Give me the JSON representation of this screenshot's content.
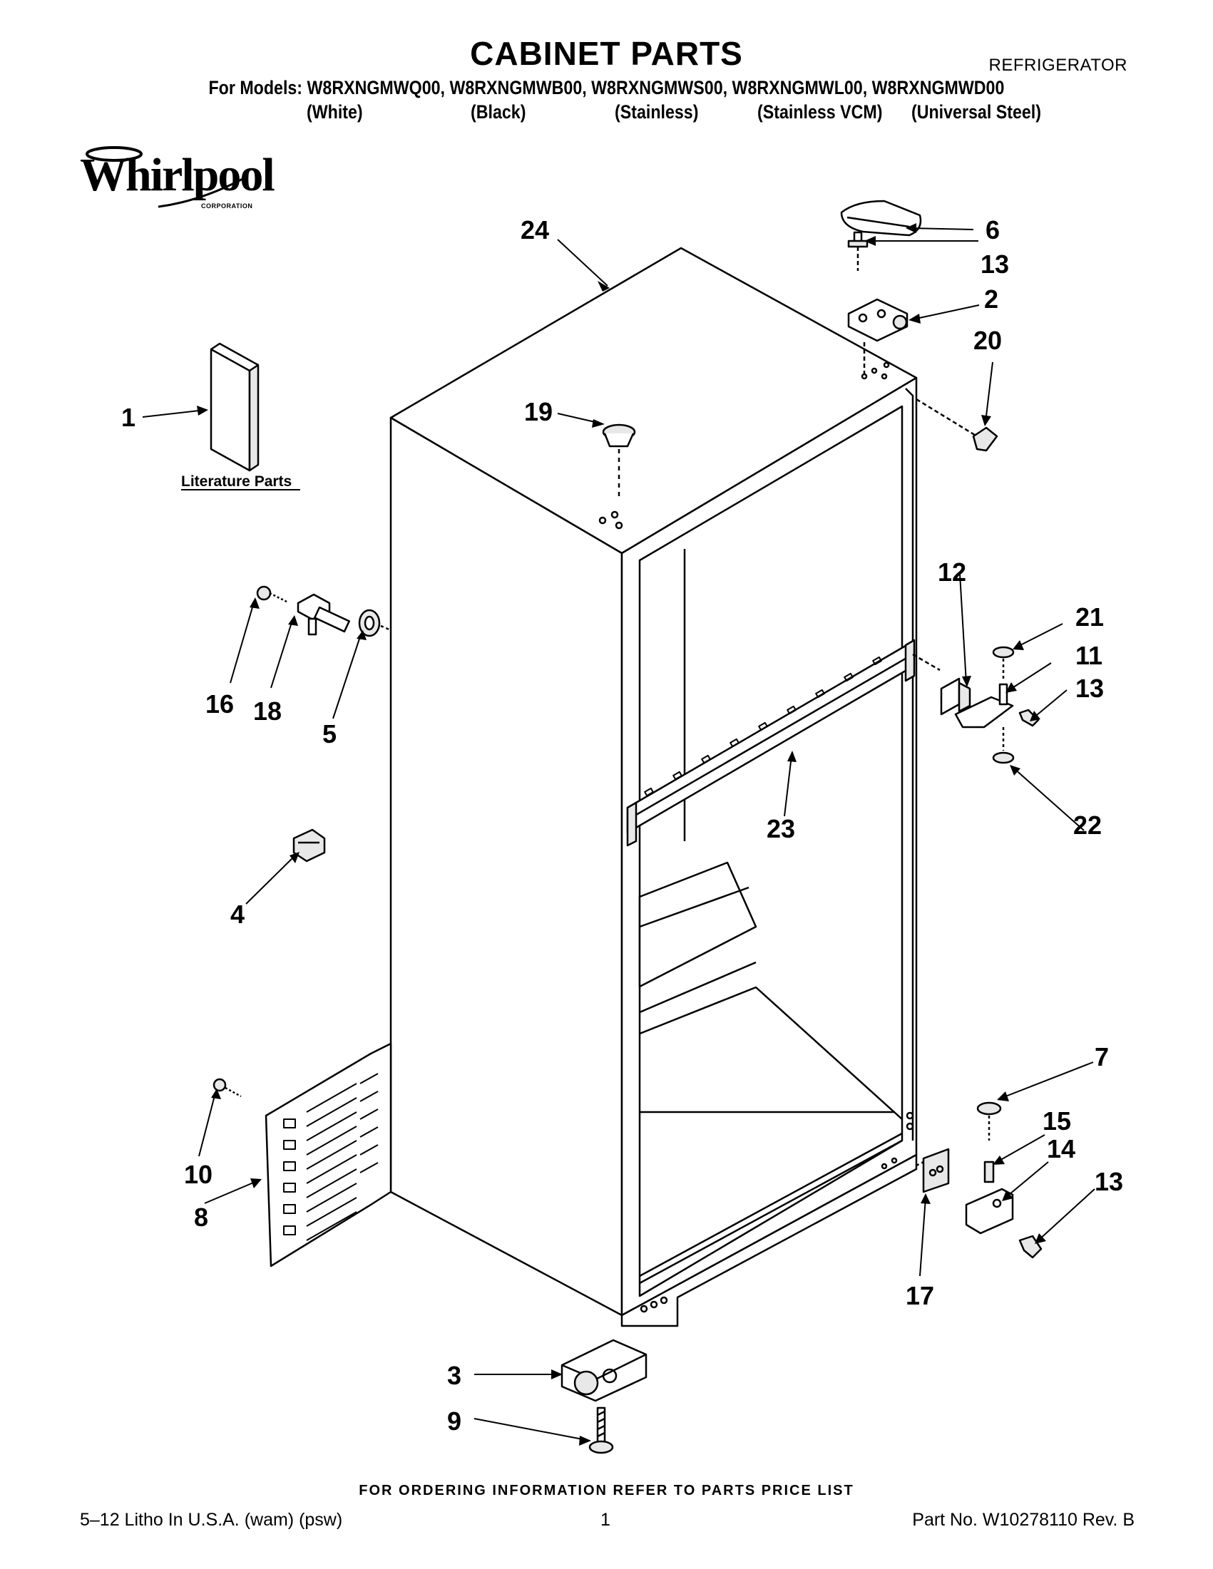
{
  "header": {
    "title": "CABINET PARTS",
    "appliance": "REFRIGERATOR",
    "models_line": "For Models: W8RXNGMWQ00, W8RXNGMWB00, W8RXNGMWS00, W8RXNGMWL00, W8RXNGMWD00",
    "variants": [
      "(White)",
      "(Black)",
      "(Stainless)",
      "(Stainless VCM)",
      "(Universal Steel)"
    ]
  },
  "logo": {
    "wordmark": "Whirlpool",
    "subtext": "CORPORATION"
  },
  "diagram": {
    "literature_label": "Literature Parts",
    "callouts": [
      "1",
      "2",
      "3",
      "4",
      "5",
      "6",
      "7",
      "8",
      "9",
      "10",
      "11",
      "12",
      "13",
      "13",
      "13",
      "14",
      "15",
      "16",
      "17",
      "18",
      "19",
      "20",
      "21",
      "22",
      "23",
      "24"
    ]
  },
  "footer": {
    "order_note": "FOR ORDERING INFORMATION REFER TO PARTS PRICE LIST",
    "litho": "5–12 Litho In U.S.A. (wam) (psw)",
    "page": "1",
    "part_no": "Part No. W10278110 Rev. B"
  },
  "colors": {
    "ink": "#000000",
    "panel_fill": "#ffffff",
    "bracket_fill": "#e8e8e8"
  }
}
